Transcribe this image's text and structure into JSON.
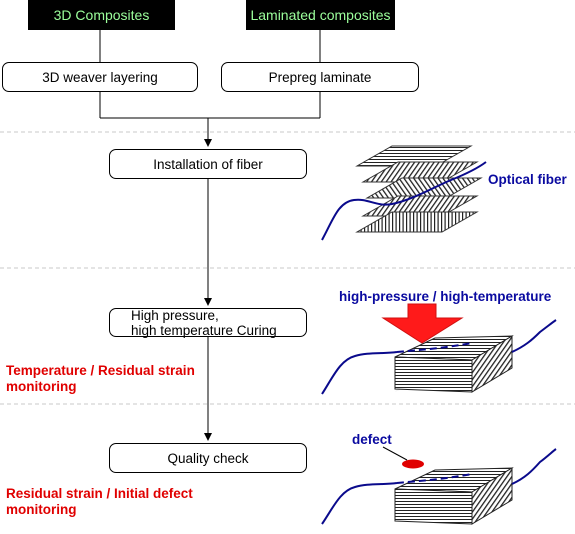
{
  "top_sources": {
    "left": "3D Composites",
    "right": "Laminated composites"
  },
  "methods": {
    "left": "3D weaver layering",
    "right": "Prepreg laminate"
  },
  "steps": [
    "Installation of fiber",
    "High pressure,\nhigh temperature Curing",
    "Quality check"
  ],
  "monitoring": {
    "curing": "Temperature / Residual strain\nmonitoring",
    "quality": "Residual strain / Initial defect\nmonitoring"
  },
  "illustrations": {
    "fiber_label": "Optical fiber",
    "pressure_label": "high-pressure / high-temperature",
    "defect_label": "defect"
  },
  "colors": {
    "header_bg": "#000000",
    "header_text": "#9cff9c",
    "monitoring_text": "#e00000",
    "illustration_text": "#0a0aa0",
    "fiber_line": "#0a0a8c",
    "arrow_red": "#ff1a1a",
    "defect_red": "#e00000"
  }
}
